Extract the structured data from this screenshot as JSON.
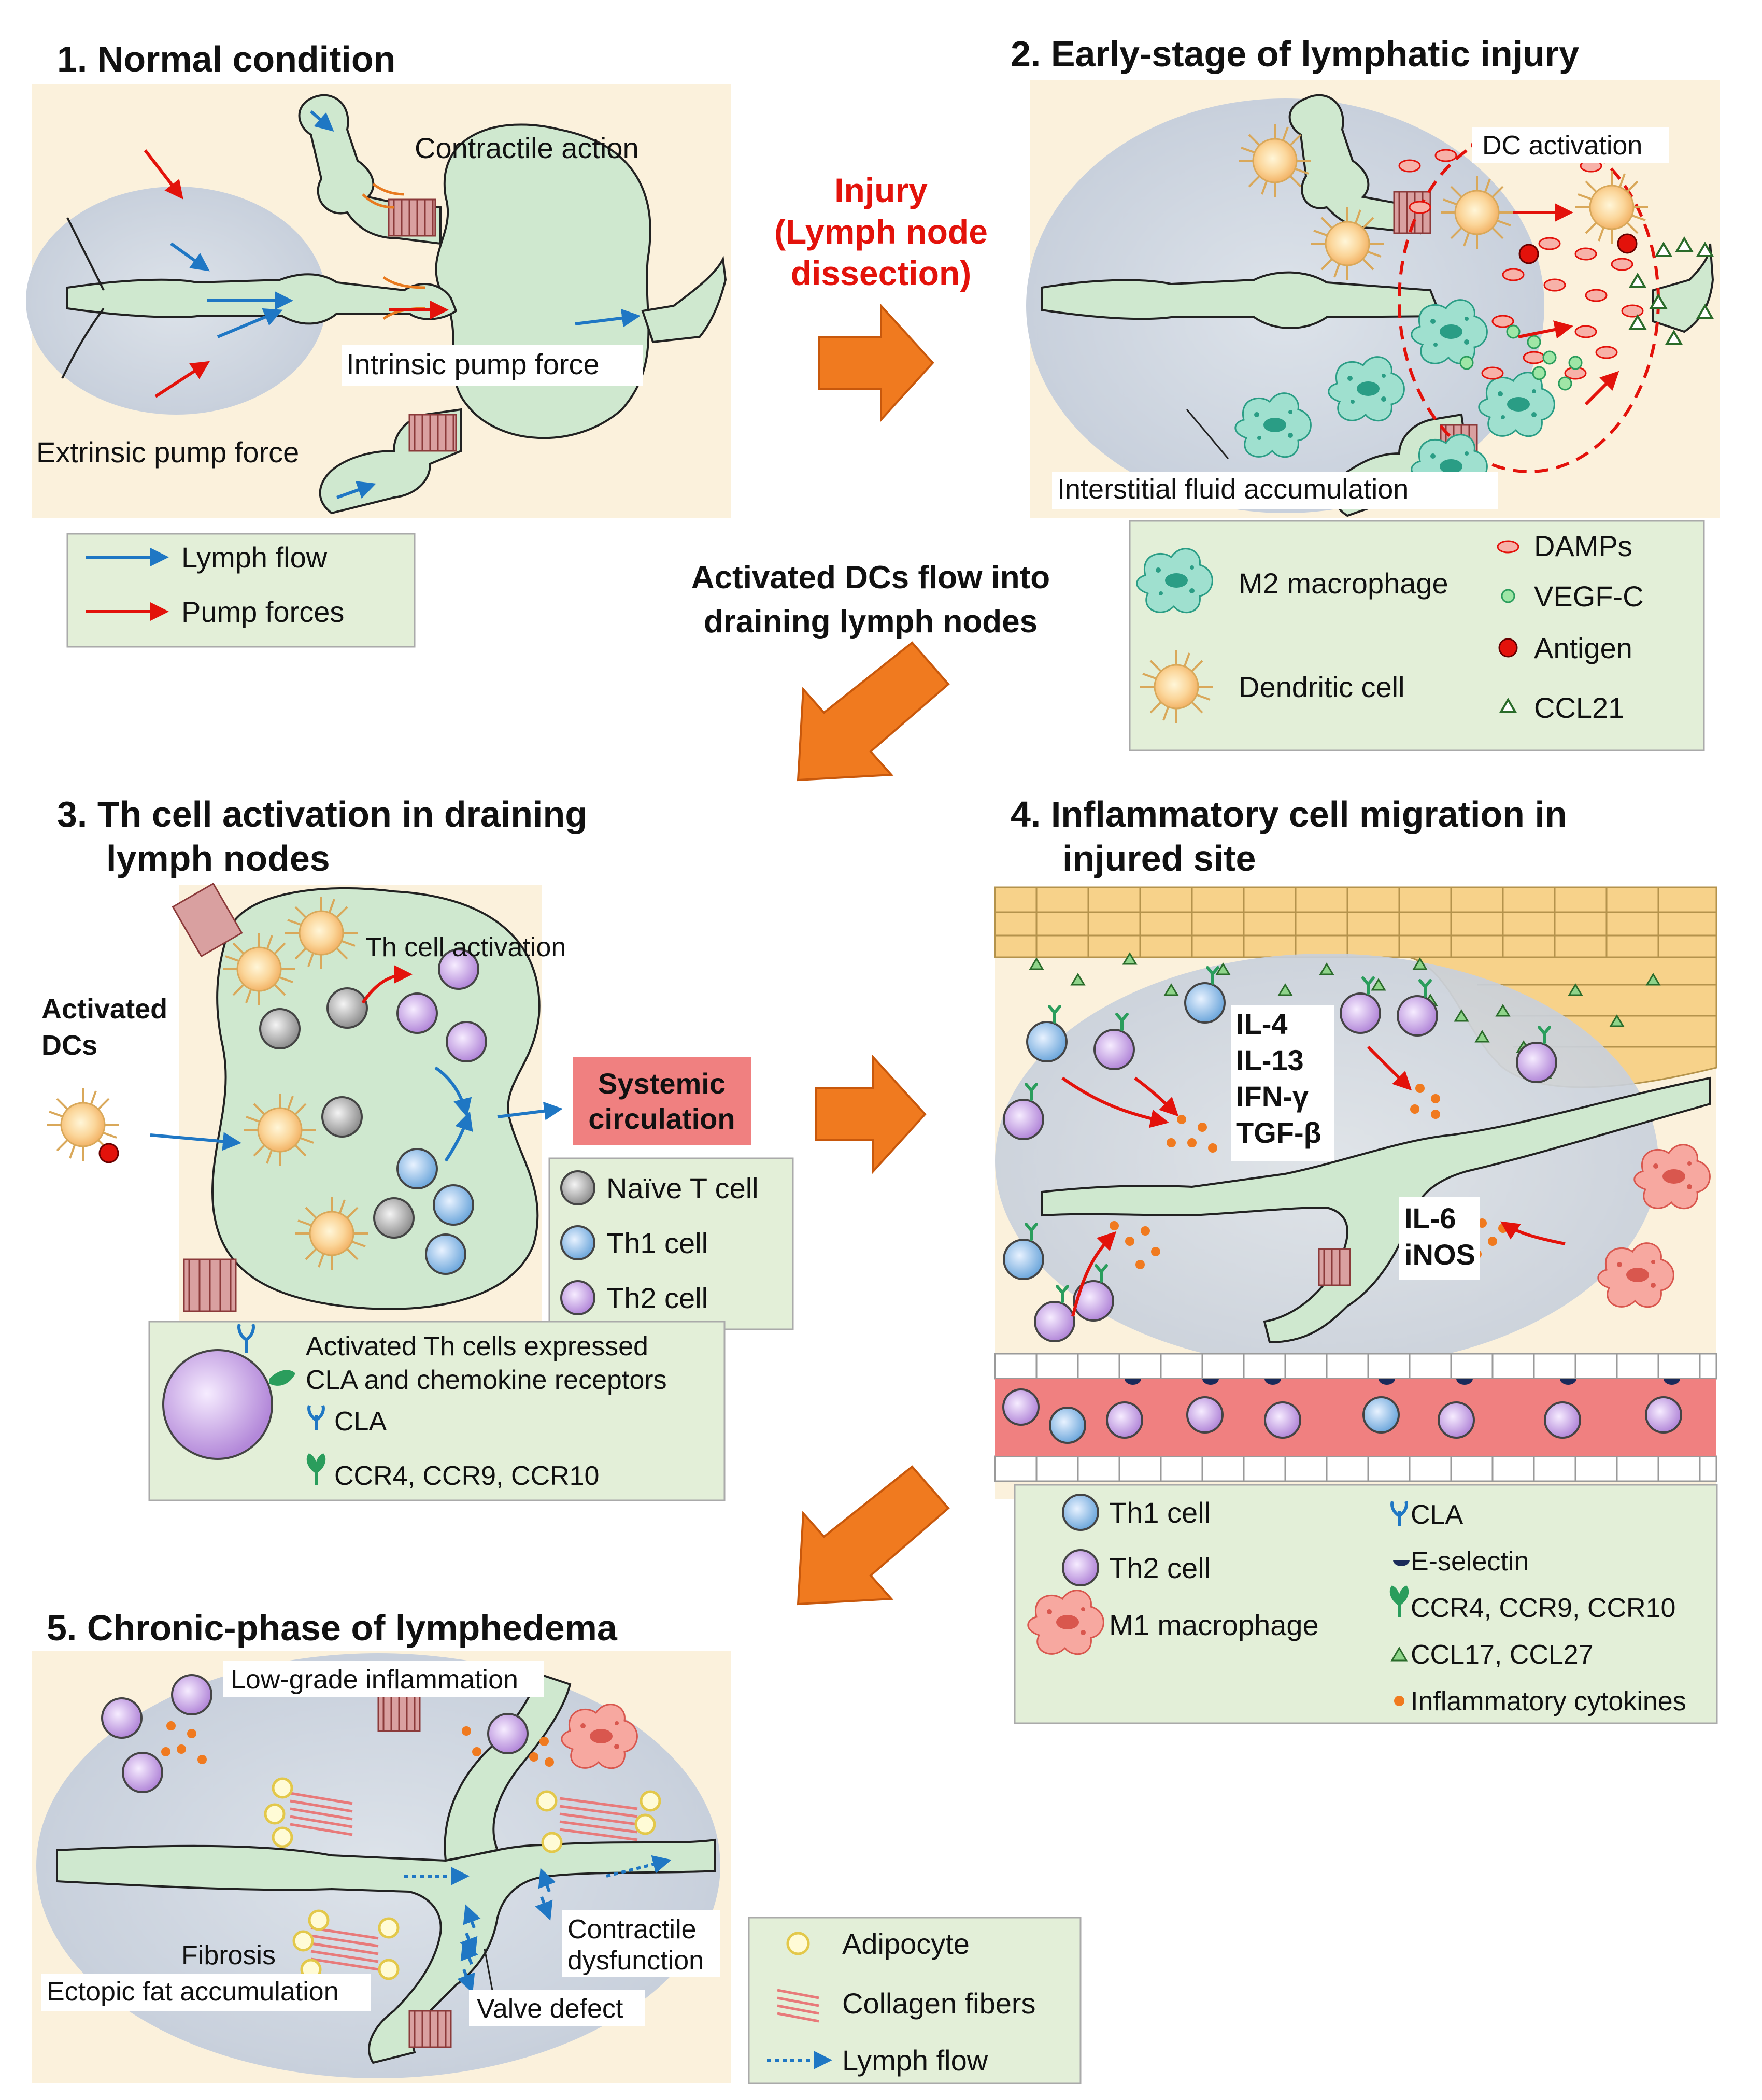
{
  "panel1": {
    "title": "1. Normal condition",
    "contractile": "Contractile action",
    "intrinsic": "Intrinsic pump force",
    "extrinsic": "Extrinsic pump force",
    "legend": {
      "lymph_flow": "Lymph flow",
      "pump_forces": "Pump forces"
    }
  },
  "injury": {
    "line1": "Injury",
    "line2": "(Lymph node",
    "line3": "dissection)"
  },
  "panel2": {
    "title": "2. Early-stage of lymphatic injury",
    "dc_activation": "DC activation",
    "interstitial": "Interstitial fluid accumulation",
    "legend": {
      "m2": "M2 macrophage",
      "dendritic": "Dendritic cell",
      "damps": "DAMPs",
      "vegfc": "VEGF-C",
      "antigen": "Antigen",
      "ccl21": "CCL21"
    }
  },
  "flow_text": {
    "line1": "Activated DCs flow into",
    "line2": "draining lymph nodes"
  },
  "panel3": {
    "title_line1": "3. Th cell activation in draining",
    "title_line2": "lymph nodes",
    "activated_dcs_1": "Activated",
    "activated_dcs_2": "DCs",
    "th_activation": "Th cell activation",
    "systemic_1": "Systemic",
    "systemic_2": "circulation",
    "legend": {
      "naive": "Naïve T cell",
      "th1": "Th1 cell",
      "th2": "Th2 cell"
    },
    "cla_box": {
      "line1": "Activated Th cells  expressed",
      "line2": "CLA and chemokine receptors",
      "cla": "CLA",
      "ccr": "CCR4, CCR9, CCR10"
    }
  },
  "panel4": {
    "title_line1": "4. Inflammatory cell migration in",
    "title_line2": "injured site",
    "cytokines": [
      "IL-4",
      "IL-13",
      "IFN-γ",
      "TGF-β"
    ],
    "cytokines2": [
      "IL-6",
      "iNOS"
    ],
    "legend": {
      "th1": "Th1 cell",
      "th2": "Th2 cell",
      "m1": "M1 macrophage",
      "cla": "CLA",
      "eselectin": "E-selectin",
      "ccr": "CCR4, CCR9, CCR10",
      "ccl": "CCL17, CCL27",
      "inflam": "Inflammatory cytokines"
    }
  },
  "panel5": {
    "title": "5. Chronic-phase of lymphedema",
    "low_grade": "Low-grade inflammation",
    "fibrosis": "Fibrosis",
    "ectopic": "Ectopic fat accumulation",
    "valve": "Valve defect",
    "contractile_1": "Contractile",
    "contractile_2": "dysfunction",
    "legend": {
      "adipocyte": "Adipocyte",
      "collagen": "Collagen fibers",
      "lymph_flow": "Lymph flow"
    }
  },
  "colors": {
    "panel_bg": "#fbf1dc",
    "legend_bg": "#e3efd8",
    "vessel": "#cfe8cf",
    "lymph_arrow": "#1f77c4",
    "pump_arrow": "#e3120b",
    "big_arrow": "#f07a1f",
    "systemic_box": "#f08080",
    "th1": "#6fa8dc",
    "th2": "#b388d9",
    "naive": "#9a9a9a"
  }
}
